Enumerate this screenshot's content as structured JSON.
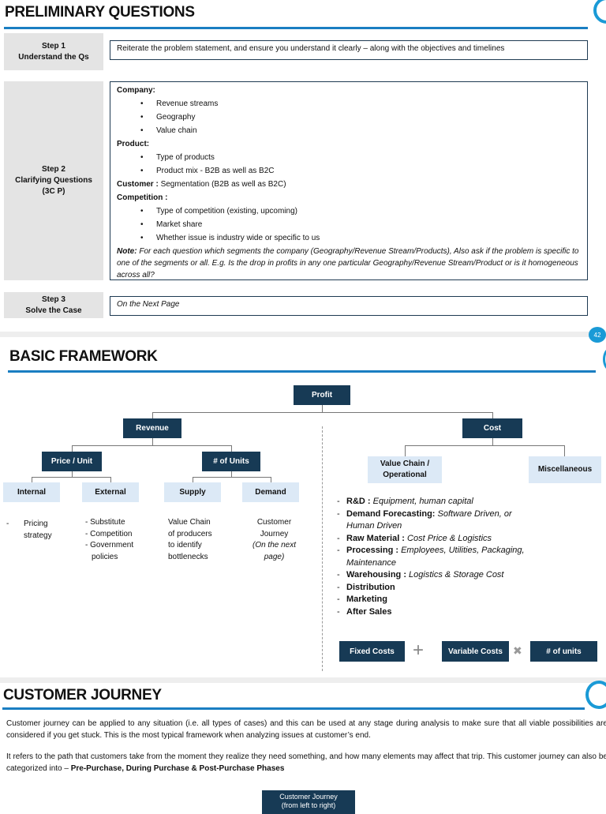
{
  "page1": {
    "title": "PRELIMINARY QUESTIONS",
    "step1": {
      "label": "Step 1",
      "sub": "Understand the Qs",
      "text": "Reiterate the problem statement, and ensure you understand it clearly – along with the objectives and timelines"
    },
    "step2": {
      "label": "Step 2",
      "sub": "Clarifying Questions",
      "sub2": "(3C P)",
      "company": "Company:",
      "company_items": [
        "Revenue streams",
        "Geography",
        "Value chain"
      ],
      "product": "Product:",
      "product_items": [
        "Type of products",
        "Product mix - B2B as well as B2C"
      ],
      "customer": "Customer :",
      "customer_text": " Segmentation (B2B as well as B2C)",
      "competition": "Competition :",
      "competition_items": [
        "Type of competition (existing, upcoming)",
        "Market share",
        "Whether issue is industry wide or specific to us"
      ],
      "note_label": "Note:",
      "note": " For each question which segments the company (Geography/Revenue Stream/Products), Also ask if the problem is specific to one of the segments or all. E.g. Is the drop in profits in any one particular Geography/Revenue Stream/Product or is it homogeneous across all?"
    },
    "step3": {
      "label": "Step 3",
      "sub": "Solve the Case",
      "text": "On the Next Page"
    },
    "page_number": "42"
  },
  "page2": {
    "title": "BASIC FRAMEWORK",
    "nodes": {
      "profit": "Profit",
      "revenue": "Revenue",
      "cost": "Cost",
      "price_unit": "Price / Unit",
      "units": "# of Units",
      "internal": "Internal",
      "external": "External",
      "supply": "Supply",
      "demand": "Demand",
      "value_chain": "Value Chain / Operational",
      "misc": "Miscellaneous"
    },
    "internal_text": [
      "Pricing",
      "strategy"
    ],
    "external_text": [
      "- Substitute",
      "- Competition",
      "- Government",
      "policies"
    ],
    "supply_text": [
      "Value Chain",
      "of producers",
      "to identify",
      "bottlenecks"
    ],
    "demand_text": [
      "Customer",
      "Journey",
      "(On the next",
      "page)"
    ],
    "cost_items": [
      {
        "b": "R&D :",
        "i": " Equipment, human capital"
      },
      {
        "b": "Demand Forecasting:",
        "i": " Software Driven, or Human Driven"
      },
      {
        "b": "Raw Material :",
        "i": " Cost Price & Logistics"
      },
      {
        "b": "Processing :",
        "i": " Employees, Utilities, Packaging, Maintenance"
      },
      {
        "b": "Warehousing :",
        "i": " Logistics & Storage Cost"
      },
      {
        "b": "Distribution",
        "i": ""
      },
      {
        "b": "Marketing",
        "i": ""
      },
      {
        "b": "After Sales",
        "i": ""
      }
    ],
    "formula": {
      "fixed": "Fixed Costs",
      "plus": "+",
      "variable": "Variable Costs",
      "times": "✖",
      "units": "# of units"
    }
  },
  "page3": {
    "title": "CUSTOMER JOURNEY",
    "para1": "Customer journey can be applied to any situation (i.e. all types of cases) and this can be used at any stage during analysis to make sure that all viable possibilities are considered if you get stuck. This is the most typical framework when analyzing issues at customer’s end.",
    "para2": "It refers to the path that customers take from the moment they realize they need something, and how many elements may affect that trip. This customer journey can also be categorized into – ",
    "para2_bold": "Pre-Purchase, During Purchase & Post-Purchase Phases",
    "journey_box": "Customer Journey (from left to right)"
  },
  "colors": {
    "navy": "#173a55",
    "accent": "#1a7ec2",
    "light_blue": "#dce9f6"
  }
}
